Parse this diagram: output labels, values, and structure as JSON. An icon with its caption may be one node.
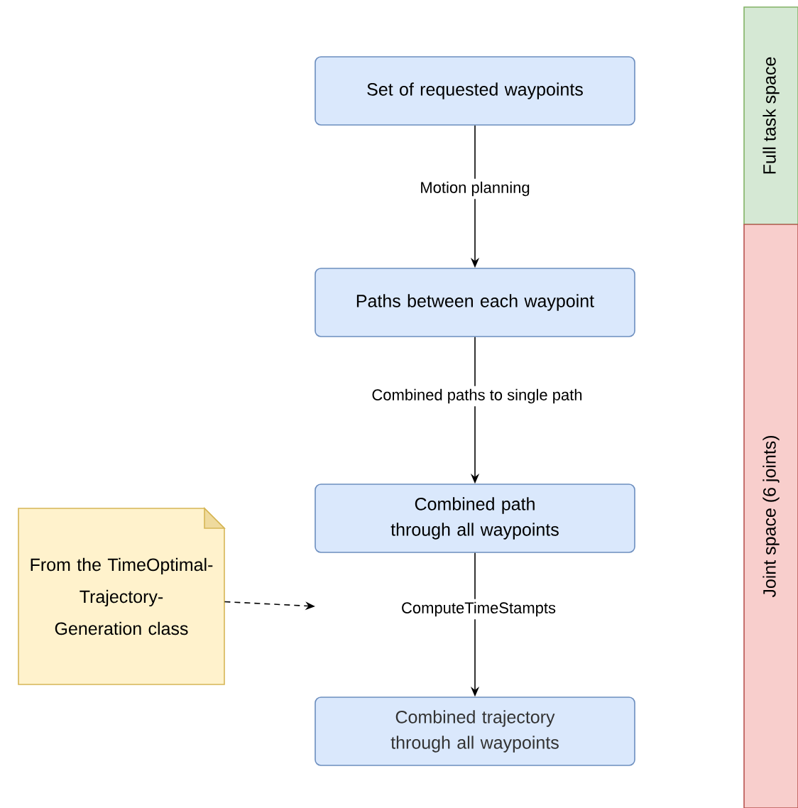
{
  "diagram": {
    "nodes": [
      {
        "text": [
          "Set of requested waypoints"
        ]
      },
      {
        "text": [
          "Paths between each waypoint"
        ]
      },
      {
        "text": [
          "Combined path through all waypoints"
        ]
      },
      {
        "text": [
          "Combined trajectory through all waypoints"
        ]
      },
      {
        "text": [
          "From the TimeOptimal-Trajectory-Generation class"
        ]
      },
      {
        "text": [
          "Full task space"
        ]
      },
      {
        "text": [
          "Joint space (6 joints)"
        ]
      }
    ],
    "edges": [
      {
        "from": 0,
        "to": 1,
        "arrow": "to",
        "label": "Motion planning"
      },
      {
        "from": 1,
        "to": 2,
        "arrow": "to",
        "label": "Combined paths to single path"
      },
      {
        "from": 2,
        "to": 3,
        "arrow": "to",
        "label": "ComputeTimeStampts"
      },
      {
        "from": 4,
        "to": null,
        "arrow": "to",
        "style": "dashed"
      }
    ]
  }
}
